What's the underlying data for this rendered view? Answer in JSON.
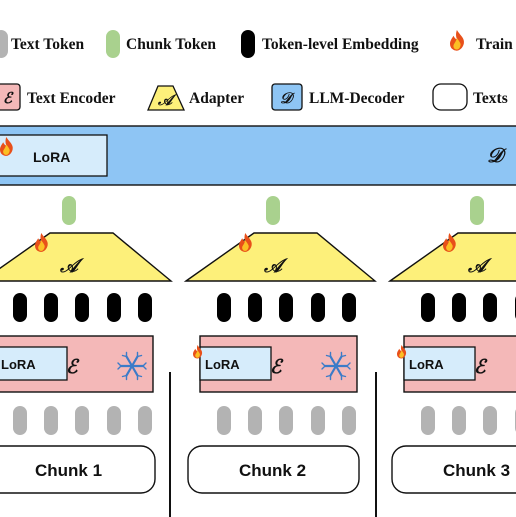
{
  "legend": {
    "text_token": "Text Token",
    "chunk_token": "Chunk Token",
    "token_embedding": "Token-level Embedding",
    "trainable": "Train",
    "text_encoder": "Text Encoder",
    "adapter": "Adapter",
    "llm_decoder": "LLM-Decoder",
    "texts": "Texts"
  },
  "symbols": {
    "encoder": "ℰ",
    "adapter": "𝒜",
    "decoder": "𝒟"
  },
  "decoder": {
    "lora_label": "LoRA"
  },
  "chunks": [
    {
      "lora_label": "LoRA",
      "label": "Chunk 1"
    },
    {
      "lora_label": "LoRA",
      "label": "Chunk 2"
    },
    {
      "lora_label": "LoRA",
      "label": "Chunk 3"
    }
  ],
  "colors": {
    "chunk_token": "#a9d18e",
    "text_token": "#b3b3b3",
    "embedding": "#000000",
    "encoder": "#f4b8b8",
    "adapter": "#fdf07a",
    "decoder": "#8ec5f4",
    "lora_fill": "#d6ecfb",
    "trainable": "fire-icon",
    "frozen": "snowflake-icon"
  }
}
